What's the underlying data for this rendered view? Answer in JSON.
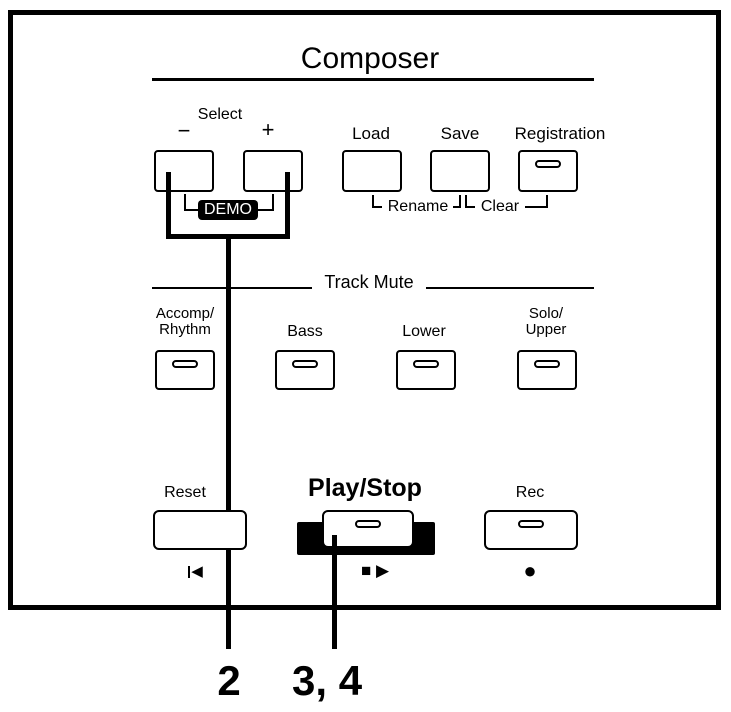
{
  "section_title": "Composer",
  "select": {
    "label": "Select",
    "minus": "−",
    "plus": "+",
    "demo": "DEMO"
  },
  "top_buttons": {
    "load": "Load",
    "save": "Save",
    "registration": "Registration",
    "rename": "Rename",
    "clear": "Clear"
  },
  "track_mute": {
    "title": "Track Mute",
    "accomp_line1": "Accomp/",
    "accomp_line2": "Rhythm",
    "bass": "Bass",
    "lower": "Lower",
    "solo_line1": "Solo/",
    "solo_line2": "Upper"
  },
  "transport": {
    "reset": "Reset",
    "reset_symbol": "◀",
    "play_stop": "Play/Stop",
    "play_symbols": "■ ▶",
    "rec": "Rec",
    "rec_symbol": "●"
  },
  "callouts": {
    "first": "2",
    "second": "3, 4"
  }
}
